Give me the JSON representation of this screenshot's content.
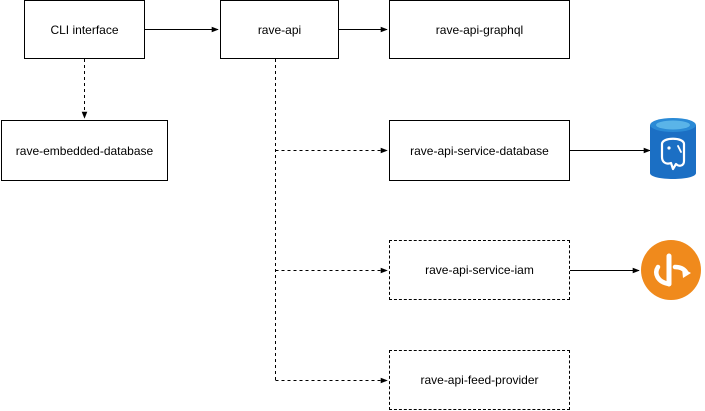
{
  "nodes": {
    "cli": {
      "label": "CLI interface"
    },
    "rave_api": {
      "label": "rave-api"
    },
    "graphql": {
      "label": "rave-api-graphql"
    },
    "embedded_db": {
      "label": "rave-embedded-database"
    },
    "service_db": {
      "label": "rave-api-service-database"
    },
    "service_iam": {
      "label": "rave-api-service-iam"
    },
    "feed_provider": {
      "label": "rave-api-feed-provider"
    }
  },
  "icons": {
    "postgres": {
      "name": "azure-postgresql-database-icon",
      "colors": {
        "body": "#1b6fc4",
        "top": "#5ab4e8",
        "rim": "#2a8ad6",
        "mark": "#ffffff"
      }
    },
    "iam": {
      "name": "openid-iam-icon",
      "colors": {
        "circle": "#f08a1c",
        "mark": "#ffffff"
      }
    }
  },
  "colors": {
    "line": "#000000",
    "box_border": "#000000",
    "background": "#ffffff"
  }
}
